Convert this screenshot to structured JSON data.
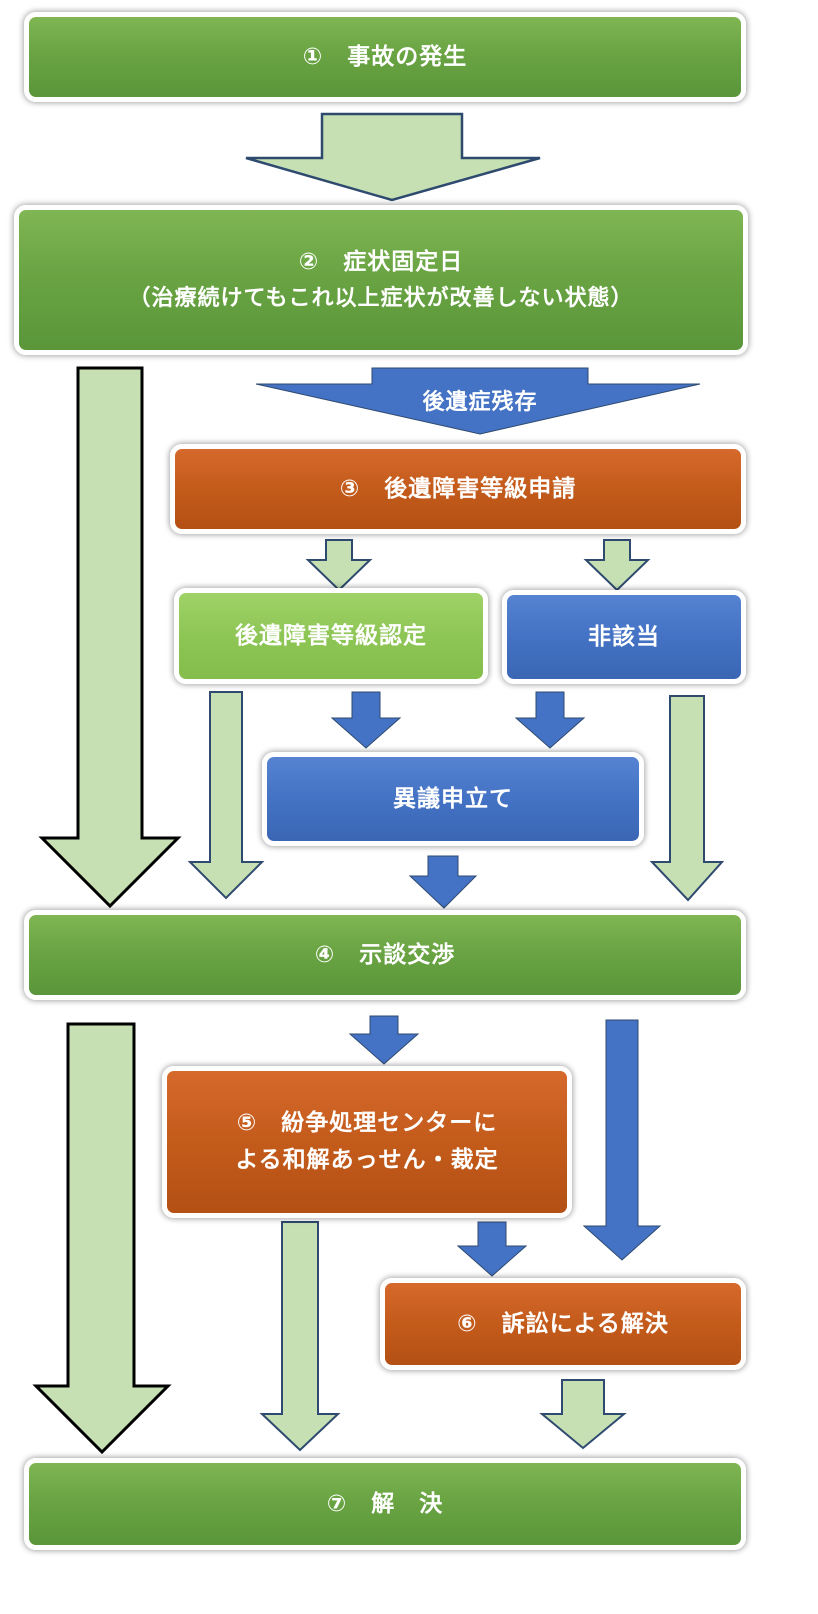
{
  "step1": {
    "label": "①　事故の発生"
  },
  "step2": {
    "label": "②　症状固定日",
    "sub": "（治療続けてもこれ以上症状が改善しない状態）"
  },
  "arrow_residual": {
    "label": "後遺症残存"
  },
  "step3": {
    "label": "③　後遺障害等級申請"
  },
  "certified": {
    "label": "後遺障害等級認定"
  },
  "not_applicable": {
    "label": "非該当"
  },
  "objection": {
    "label": "異議申立て"
  },
  "step4": {
    "label": "④　示談交渉"
  },
  "step5": {
    "line1": "⑤　紛争処理センターに",
    "line2": "よる和解あっせん・裁定"
  },
  "step6": {
    "label": "⑥　訴訟による解決"
  },
  "step7": {
    "label": "⑦　解　決"
  },
  "colors": {
    "green": "#6aa443",
    "light_green": "#8ec656",
    "orange": "#c35b1b",
    "blue": "#4472c4",
    "pale_arrow": "#c6e0b4",
    "arrow_outline": "#2e4a6f"
  }
}
